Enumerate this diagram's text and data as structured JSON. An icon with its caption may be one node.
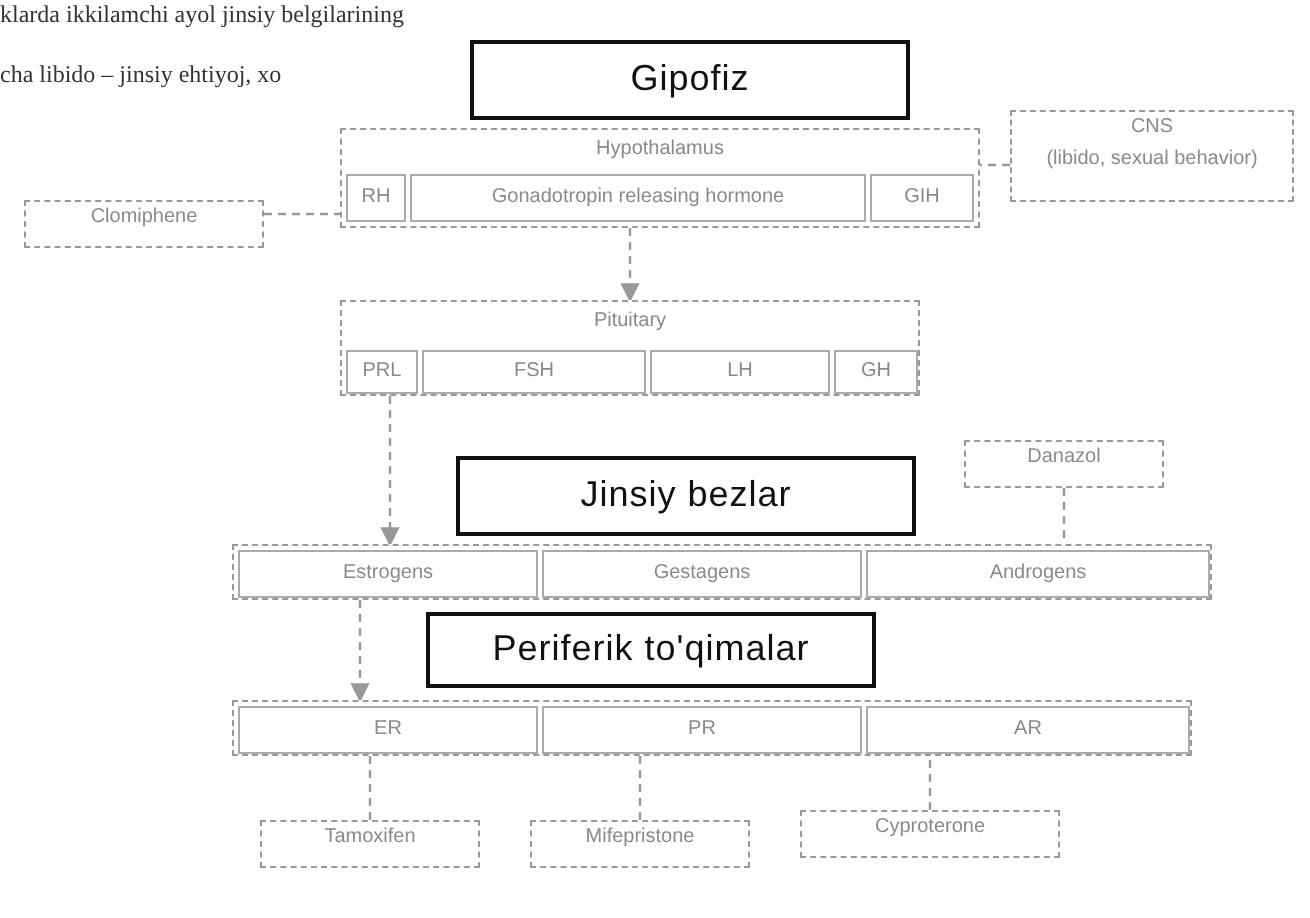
{
  "diagram": {
    "nodes": [
      {
        "text": [
          "Gipofiz"
        ]
      },
      {
        "text": [
          "Hypothalamus"
        ]
      },
      {
        "text": [
          "RH"
        ],
        "in": 1
      },
      {
        "text": [
          "Gonadotropin releasing hormone"
        ],
        "in": 1
      },
      {
        "text": [
          "GIH"
        ],
        "in": 1
      },
      {
        "text": [
          "Clomiphene"
        ]
      },
      {
        "text": [
          "CNS",
          "(libido, sexual behavior)"
        ]
      },
      {
        "text": [
          "Pituitary"
        ]
      },
      {
        "text": [
          "PRL"
        ],
        "in": 7
      },
      {
        "text": [
          "FSH"
        ],
        "in": 7
      },
      {
        "text": [
          "LH"
        ],
        "in": 7
      },
      {
        "text": [
          "GH"
        ],
        "in": 7
      },
      {
        "text": [
          "Danazol"
        ]
      },
      {
        "text": [
          "Jinsiy bezlar"
        ]
      },
      {
        "text": [],
        "shape": "box"
      },
      {
        "text": [
          "Estrogens"
        ],
        "in": 14
      },
      {
        "text": [
          "Gestagens"
        ],
        "in": 14
      },
      {
        "text": [
          "Androgens"
        ],
        "in": 14
      },
      {
        "text": [
          "Periferik to'qimalar"
        ]
      },
      {
        "text": [],
        "shape": "box"
      },
      {
        "text": [
          "ER"
        ],
        "in": 19
      },
      {
        "text": [
          "PR"
        ],
        "in": 19
      },
      {
        "text": [
          "AR"
        ],
        "in": 19
      },
      {
        "text": [
          "Tamoxifen"
        ]
      },
      {
        "text": [
          "Mifepristone"
        ]
      },
      {
        "text": [
          "Cyproterone"
        ]
      }
    ],
    "edges": [
      {
        "from": 5,
        "to": 1,
        "arrow": "none",
        "style": "dashed"
      },
      {
        "from": 6,
        "to": 1,
        "arrow": "none",
        "style": "dashed"
      },
      {
        "from": 1,
        "to": 7,
        "arrow": "to",
        "style": "dashed"
      },
      {
        "from": 7,
        "to": 14,
        "arrow": "to",
        "style": "dashed"
      },
      {
        "from": 12,
        "to": 14,
        "arrow": "none",
        "style": "dashed"
      },
      {
        "from": 14,
        "to": 19,
        "arrow": "to",
        "style": "dashed"
      },
      {
        "from": 23,
        "to": 19,
        "arrow": "none",
        "style": "dashed"
      },
      {
        "from": 24,
        "to": 19,
        "arrow": "none",
        "style": "dashed"
      },
      {
        "from": 25,
        "to": 19,
        "arrow": "none",
        "style": "dashed"
      }
    ],
    "labels": [
      "klarda ikkilamchi ayol jinsiy belgilarining",
      "cha libido – jinsiy ehtiyoj, xo"
    ]
  }
}
